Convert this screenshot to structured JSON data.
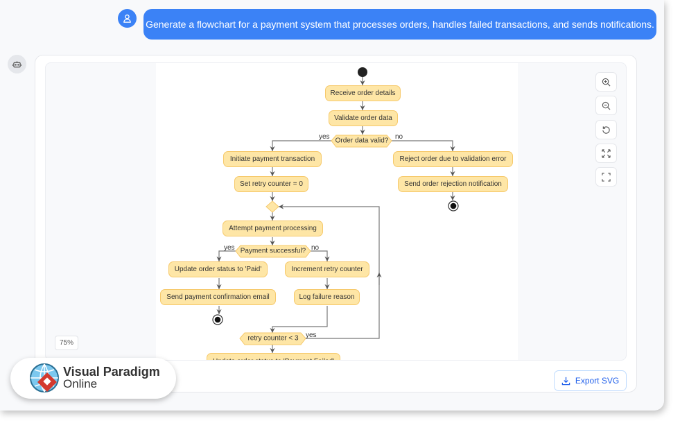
{
  "chat": {
    "user_message": "Generate a flowchart for a payment system that processes orders, handles failed transactions, and sends notifications."
  },
  "diagram": {
    "nodes": {
      "receive": "Receive order details",
      "validate": "Validate order data",
      "valid_decision": "Order data valid?",
      "initiate": "Initiate payment transaction",
      "reject": "Reject order due to validation error",
      "set_retry": "Set retry counter = 0",
      "send_rejection": "Send order rejection notification",
      "attempt": "Attempt payment processing",
      "success_decision": "Payment successful?",
      "update_paid": "Update order status to 'Paid'",
      "increment": "Increment retry counter",
      "send_confirmation": "Send payment confirmation email",
      "log_failure": "Log failure reason",
      "retry_decision": "retry counter < 3",
      "update_failed": "Update order status to 'Payment Failed'"
    },
    "labels": {
      "yes": "yes",
      "no": "no"
    },
    "colors": {
      "node_fill": "#fee6a6",
      "node_border": "#f6c96b"
    }
  },
  "toolbar": {
    "icons": [
      "zoom-in-icon",
      "zoom-out-icon",
      "reset-icon",
      "fit-icon",
      "fullscreen-icon"
    ],
    "zoom_level": "75%"
  },
  "export_label": "Export SVG",
  "logo": {
    "line1": "Visual Paradigm",
    "line2": "Online"
  },
  "accent": "#3b82f6"
}
